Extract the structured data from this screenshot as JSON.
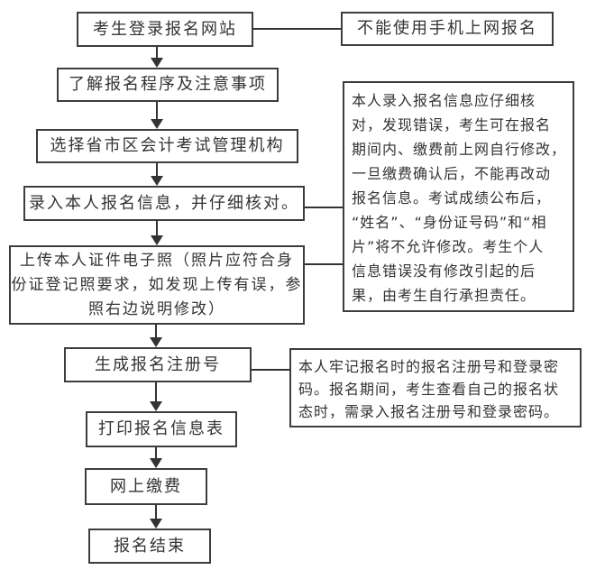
{
  "steps": {
    "login": "考生登录报名网站",
    "understand": "了解报名程序及注意事项",
    "choose_agency": "选择省市区会计考试管理机构",
    "enter_info": "录入本人报名信息，并仔细核对。",
    "upload_photo_lines": [
      "上传本人证件电子照（照片应符合身",
      "份证登记照要求，如发现上传有误，参",
      "照右边说明修改）"
    ],
    "generate_number": "生成报名注册号",
    "print_form": "打印报名信息表",
    "pay_online": "网上缴费",
    "finish": "报名结束"
  },
  "notes": {
    "no_mobile": "不能使用手机上网报名",
    "info_modify_lines": [
      "本人录入报名信息应仔细核",
      "对，发现错误，考生可在报名",
      "期间内、缴费前上网自行修改，",
      "一旦缴费确认后，不能再改动",
      "报名信息。考试成绩公布后，",
      "“姓名”、“身份证号码”和“相",
      "片”将不允许修改。考生个人",
      "信息错误没有修改引起的后",
      "果，由考生自行承担责任。"
    ],
    "remember_number_lines": [
      "本人牢记报名时的报名注册号和登录密",
      "码。报名期间，考生查看自己的报名状",
      "态时，需录入报名注册号和登录密码。"
    ]
  },
  "colors": {
    "line": "#333333",
    "border": "#3d3d3d",
    "text": "#333333",
    "background": "#ffffff"
  }
}
